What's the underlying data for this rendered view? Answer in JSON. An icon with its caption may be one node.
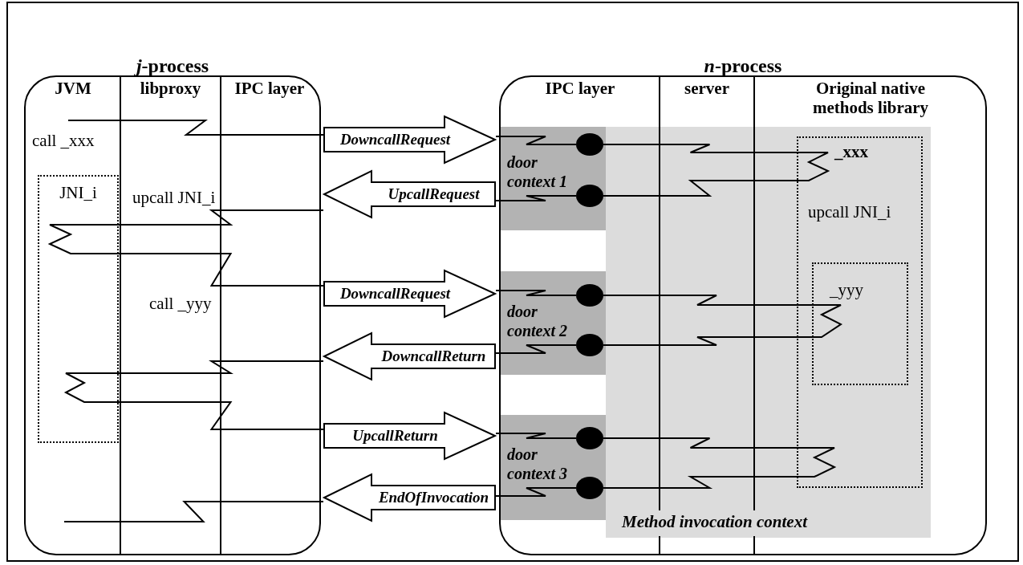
{
  "diagram": {
    "nodes": [
      {
        "text": [
          "*j*-process"
        ]
      },
      {
        "text": [
          "*n*-process"
        ]
      },
      {
        "text": [
          "Method invocation context"
        ],
        "in": 1
      },
      {
        "text": [
          "door context 1"
        ],
        "in": 1
      },
      {
        "text": [
          "door context 2"
        ],
        "in": 1
      },
      {
        "text": [
          "door context 3"
        ],
        "in": 1
      },
      {
        "text": [
          "JNI_i"
        ],
        "in": 0
      },
      {
        "text": [
          "_xxx",
          "upcall JNI_i"
        ],
        "in": 2
      },
      {
        "text": [
          "_yyy"
        ],
        "in": 7
      },
      {
        "text": [
          "DowncallRequest"
        ]
      },
      {
        "text": [
          "UpcallRequest"
        ]
      },
      {
        "text": [
          "DowncallRequest"
        ]
      },
      {
        "text": [
          "DowncallReturn"
        ]
      },
      {
        "text": [
          "UpcallReturn"
        ]
      },
      {
        "text": [
          "EndOfInvocation"
        ]
      },
      {
        "text": [],
        "shape": "circle",
        "in": 3
      },
      {
        "text": [],
        "shape": "circle",
        "in": 3
      },
      {
        "text": [],
        "shape": "circle",
        "in": 4
      },
      {
        "text": [],
        "shape": "circle",
        "in": 4
      },
      {
        "text": [],
        "shape": "circle",
        "in": 5
      },
      {
        "text": [],
        "shape": "circle",
        "in": 5
      }
    ],
    "edges": [
      {
        "from": null,
        "to": 9,
        "arrow": "none"
      },
      {
        "from": 9,
        "to": 15,
        "arrow": "none"
      },
      {
        "from": 15,
        "to": 7,
        "arrow": "none"
      },
      {
        "from": 7,
        "to": 16,
        "arrow": "none"
      },
      {
        "from": 16,
        "to": 10,
        "arrow": "none"
      },
      {
        "from": 10,
        "to": 6,
        "arrow": "none"
      },
      {
        "from": 6,
        "to": 11,
        "arrow": "none"
      },
      {
        "from": 11,
        "to": 17,
        "arrow": "none"
      },
      {
        "from": 17,
        "to": 8,
        "arrow": "none"
      },
      {
        "from": 8,
        "to": 18,
        "arrow": "none"
      },
      {
        "from": 18,
        "to": 12,
        "arrow": "none"
      },
      {
        "from": 12,
        "to": 6,
        "arrow": "none"
      },
      {
        "from": 6,
        "to": 13,
        "arrow": "none"
      },
      {
        "from": 13,
        "to": 19,
        "arrow": "none"
      },
      {
        "from": 19,
        "to": 7,
        "arrow": "none"
      },
      {
        "from": 7,
        "to": 20,
        "arrow": "none"
      },
      {
        "from": 20,
        "to": 14,
        "arrow": "none"
      },
      {
        "from": 14,
        "to": null,
        "arrow": "none"
      }
    ],
    "labels": [
      "JVM",
      "libproxy",
      "IPC layer",
      "IPC layer",
      "server",
      "Original native methods library",
      "call _xxx",
      "upcall JNI_i",
      "call _yyy"
    ]
  }
}
